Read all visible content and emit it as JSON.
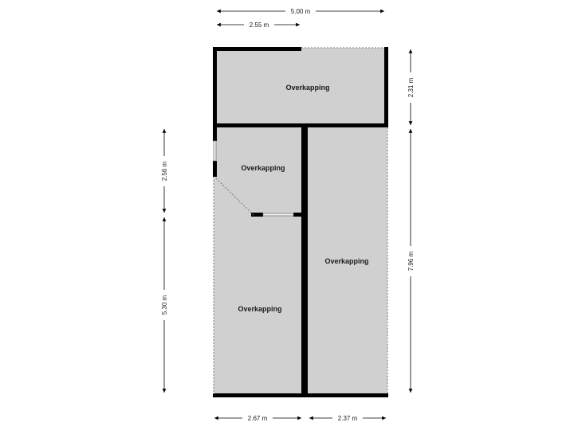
{
  "rooms": {
    "top": "Overkapping",
    "left_upper": "Overkapping",
    "right": "Overkapping",
    "left_lower": "Overkapping"
  },
  "dimensions": {
    "total_width": "5.00 m",
    "top_segment": "2.55 m",
    "right_upper": "2.31 m",
    "right_total": "7.96 m",
    "left_upper": "2.56 m",
    "left_lower": "5.30 m",
    "bottom_left": "2.67 m",
    "bottom_right": "2.37 m"
  }
}
